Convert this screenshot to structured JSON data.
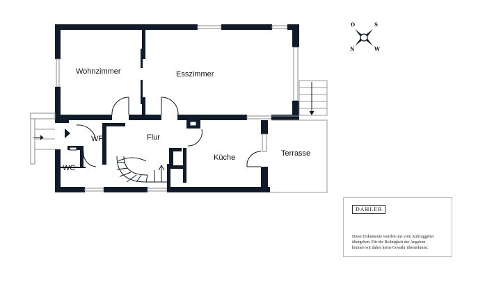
{
  "rooms": {
    "wohnzimmer": "Wohnzimmer",
    "esszimmer": "Esszimmer",
    "flur": "Flur",
    "wf": "WF",
    "wc": "WC",
    "kueche": "Küche",
    "terrasse": "Terrasse"
  },
  "compass": {
    "o": "O",
    "s": "S",
    "n": "N",
    "w": "W"
  },
  "brand": {
    "logo": "DAHLER",
    "disclaimer_lines": [
      "Diese Dokumente wurden uns vom Auftraggeber",
      "übergeben. Für die Richtigkeit der Angaben",
      "können wir daher keine Gewähr übernehmen."
    ]
  },
  "colors": {
    "wall": "#0f1a2a",
    "thin_line": "#888888"
  }
}
